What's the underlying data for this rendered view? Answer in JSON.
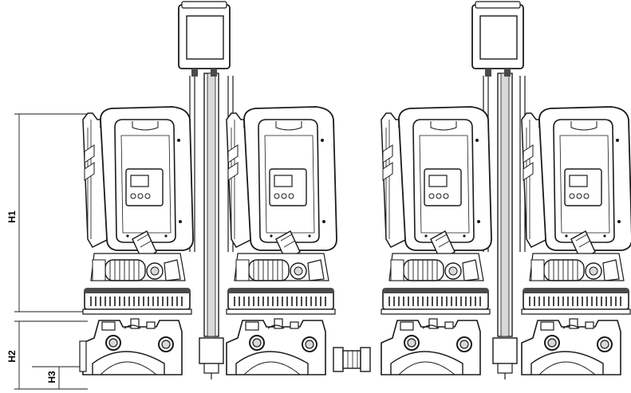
{
  "dimensions": {
    "h1": "H1",
    "h2": "H2",
    "h3": "H3"
  },
  "colors": {
    "line": "#1a1a1a",
    "fill": "#ffffff",
    "shade": "#d9d9d9",
    "dark": "#4a4a4a"
  }
}
